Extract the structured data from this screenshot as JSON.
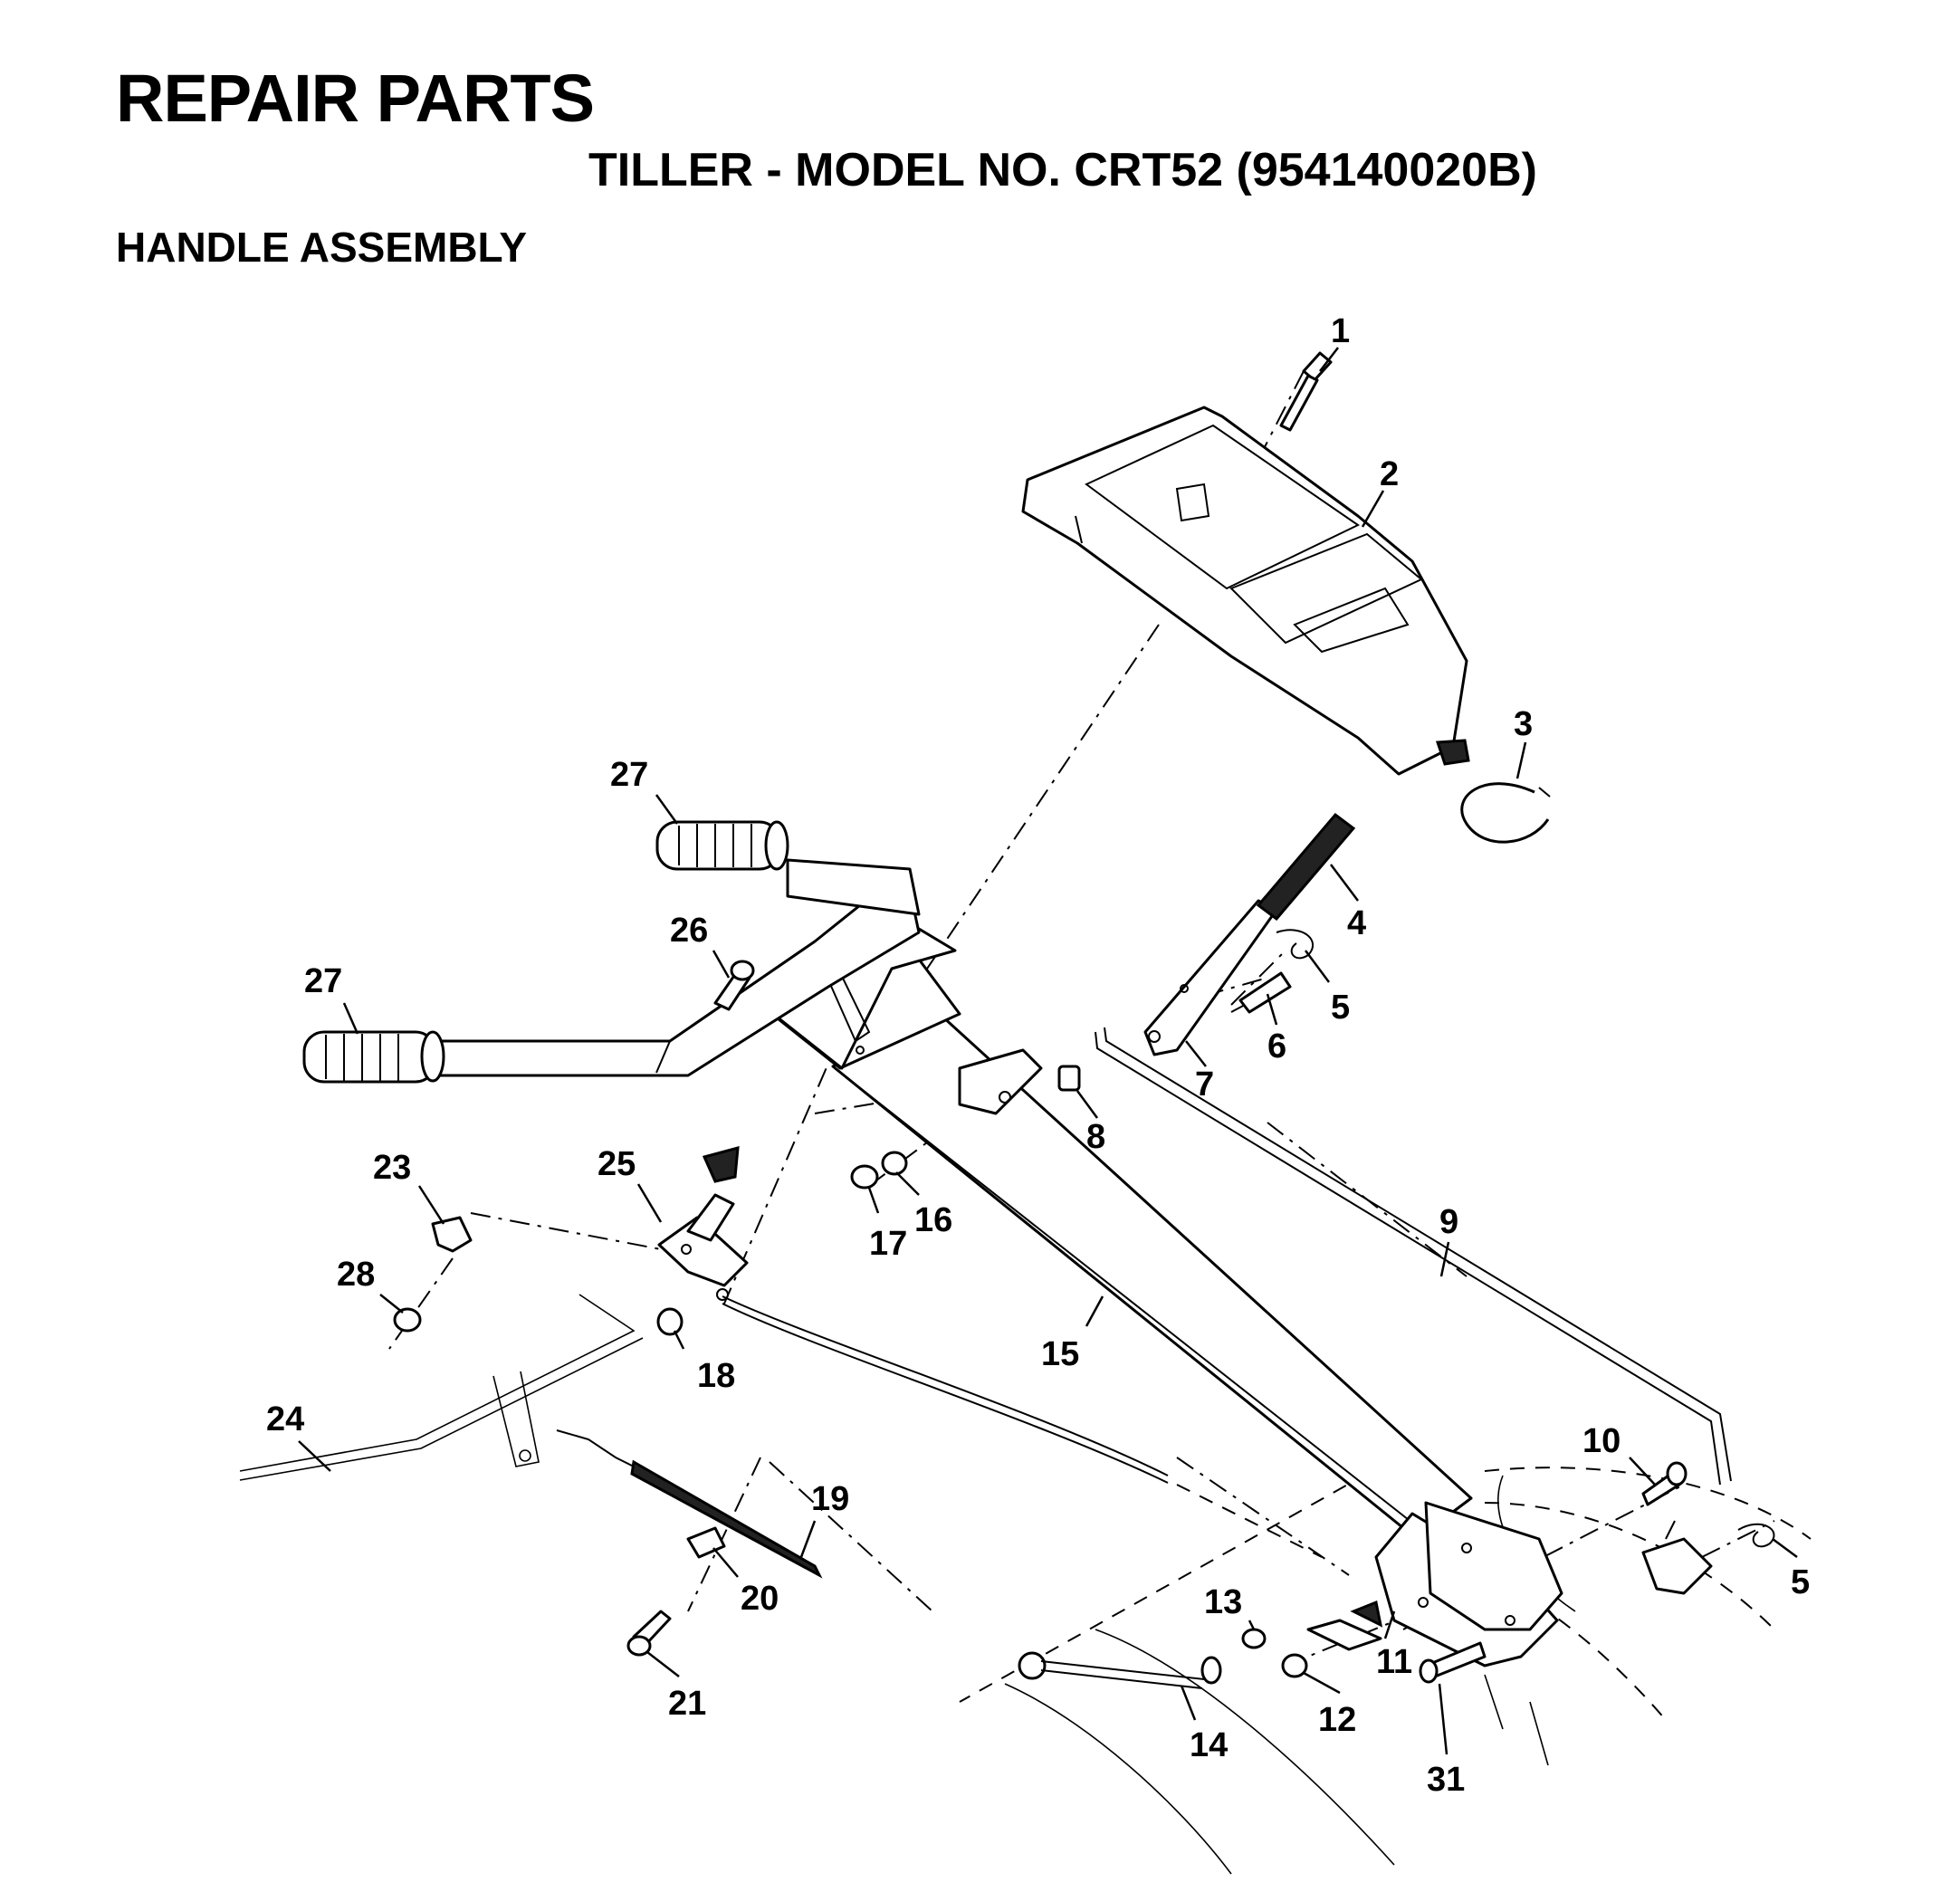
{
  "header": {
    "title": "REPAIR PARTS",
    "subtitle": "TILLER - MODEL NO. CRT52 (954140020B)",
    "section": "HANDLE ASSEMBLY"
  },
  "callouts": [
    "1",
    "2",
    "3",
    "4",
    "5",
    "6",
    "7",
    "8",
    "9",
    "10",
    "11",
    "12",
    "13",
    "14",
    "15",
    "16",
    "17",
    "18",
    "19",
    "20",
    "21",
    "23",
    "24",
    "25",
    "26",
    "27",
    "28",
    "31"
  ]
}
